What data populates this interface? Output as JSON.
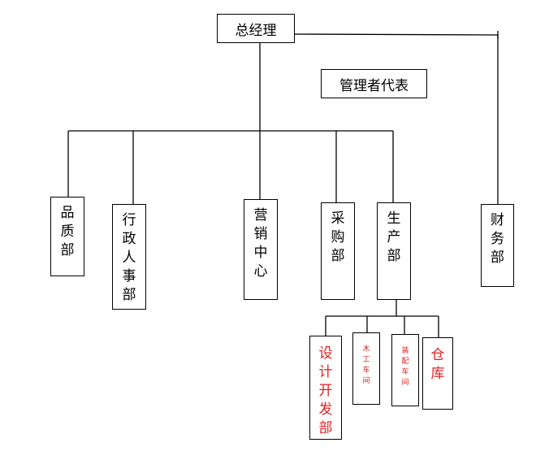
{
  "chart": {
    "root": "总经理",
    "representative": "管理者代表",
    "departments": [
      "品质部",
      "行政人事部",
      "营销中心",
      "采购部",
      "生产部",
      "财务部"
    ],
    "production_units": [
      "设计开发部",
      "木工车间",
      "装配车间",
      "仓库"
    ]
  },
  "colors": {
    "line": "#000000",
    "sub_unit_text": "#e02020"
  }
}
